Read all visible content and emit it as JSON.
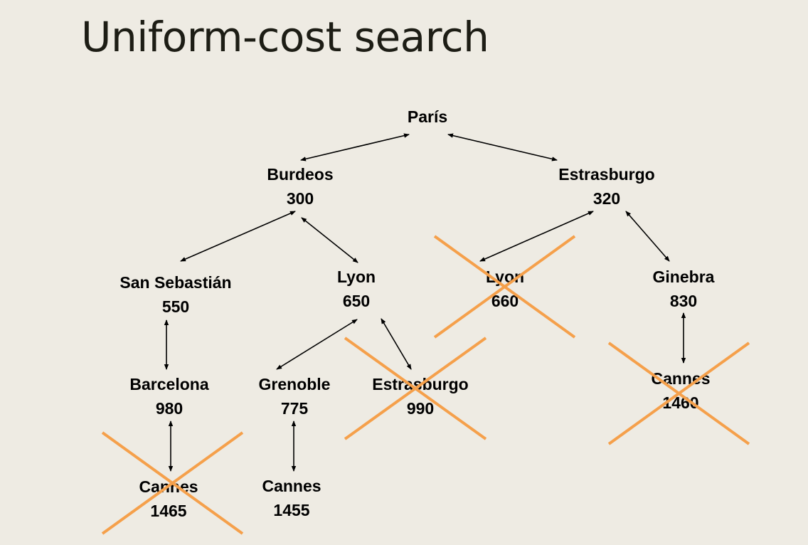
{
  "title": "Uniform-cost search",
  "cross_color": "#F5A04B",
  "nodes": [
    {
      "id": "paris",
      "name": "París",
      "cost": "",
      "pruned": false
    },
    {
      "id": "burdeos",
      "name": "Burdeos",
      "cost": "300",
      "pruned": false
    },
    {
      "id": "estrasburgo",
      "name": "Estrasburgo",
      "cost": "320",
      "pruned": false
    },
    {
      "id": "san-sebastian",
      "name": "San Sebastián",
      "cost": "550",
      "pruned": false
    },
    {
      "id": "lyon-650",
      "name": "Lyon",
      "cost": "650",
      "pruned": false
    },
    {
      "id": "lyon-660",
      "name": "Lyon",
      "cost": "660",
      "pruned": true
    },
    {
      "id": "ginebra",
      "name": "Ginebra",
      "cost": "830",
      "pruned": false
    },
    {
      "id": "barcelona",
      "name": "Barcelona",
      "cost": "980",
      "pruned": false
    },
    {
      "id": "grenoble",
      "name": "Grenoble",
      "cost": "775",
      "pruned": false
    },
    {
      "id": "estrasburgo-990",
      "name": "Estrasburgo",
      "cost": "990",
      "pruned": true
    },
    {
      "id": "cannes-1460",
      "name": "Cannes",
      "cost": "1460",
      "pruned": true
    },
    {
      "id": "cannes-1465",
      "name": "Cannes",
      "cost": "1465",
      "pruned": true
    },
    {
      "id": "cannes-1455",
      "name": "Cannes",
      "cost": "1455",
      "pruned": false
    }
  ],
  "edges": [
    [
      "paris",
      "burdeos"
    ],
    [
      "paris",
      "estrasburgo"
    ],
    [
      "burdeos",
      "san-sebastian"
    ],
    [
      "burdeos",
      "lyon-650"
    ],
    [
      "estrasburgo",
      "lyon-660"
    ],
    [
      "estrasburgo",
      "ginebra"
    ],
    [
      "san-sebastian",
      "barcelona"
    ],
    [
      "lyon-650",
      "grenoble"
    ],
    [
      "lyon-650",
      "estrasburgo-990"
    ],
    [
      "ginebra",
      "cannes-1460"
    ],
    [
      "barcelona",
      "cannes-1465"
    ],
    [
      "grenoble",
      "cannes-1455"
    ]
  ]
}
